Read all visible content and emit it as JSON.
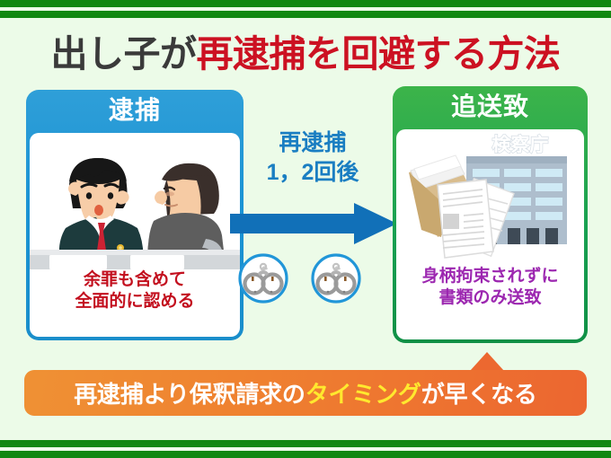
{
  "theme": {
    "background": "#ecfbe8",
    "frame_green": "#118811",
    "title_color": "#3a3a3a",
    "title_accent": "#cc1122",
    "blue_header": "#1b93d4",
    "green_header": "#19a152",
    "arrow_blue": "#1a7ec2",
    "red_caption": "#c3101f",
    "purple_caption": "#9c27b0",
    "banner_orange": "#ee8131",
    "banner_highlight": "#ffe92e"
  },
  "title": {
    "lead": "出し子が",
    "accent": "再逮捕を回避する方法"
  },
  "panels": {
    "left": {
      "header": "逮捕",
      "caption_line1": "余罪も含めて",
      "caption_line2": "全面的に認める",
      "illustration": "interrogation-scene"
    },
    "right": {
      "header": "追送致",
      "caption_line1": "身柄拘束されずに",
      "caption_line2": "書類のみ送致",
      "illustration": "prosecutors-office-documents",
      "building_sign": "検察庁"
    }
  },
  "arrow": {
    "label_line1": "再逮捕",
    "label_line2": "1，2回後",
    "direction": "right",
    "icons": [
      "handcuffs-icon",
      "handcuffs-icon"
    ]
  },
  "banner": {
    "text_part1": "再逮捕より保釈請求の",
    "text_highlight": "タイミング",
    "text_part2": "が早くなる"
  }
}
